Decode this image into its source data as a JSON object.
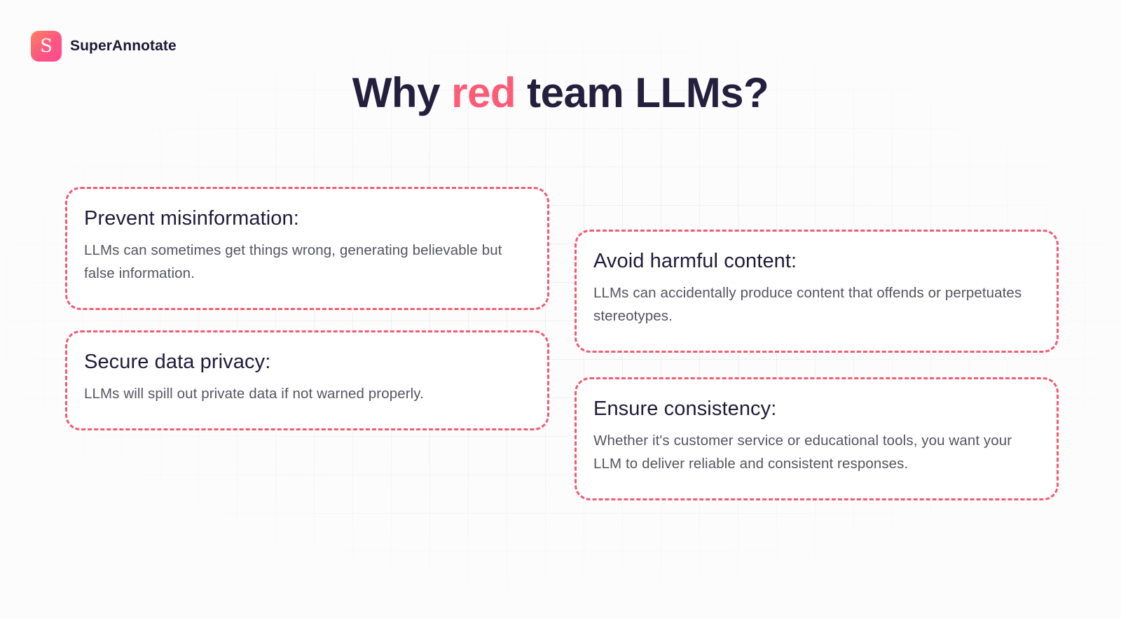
{
  "brand": {
    "name": "SuperAnnotate",
    "logo_letter": "S",
    "logo_icon": "superannotate-logo-icon",
    "accent_color": "#fc5c76"
  },
  "title": {
    "prefix": "Why ",
    "accent": "red",
    "suffix": " team LLMs?"
  },
  "cards": [
    {
      "heading": "Prevent misinformation:",
      "body": "LLMs can sometimes get things wrong, generating believable but false information."
    },
    {
      "heading": "Secure data privacy:",
      "body": "LLMs will spill out private data if not warned properly."
    },
    {
      "heading": "Avoid harmful content:",
      "body": "LLMs can accidentally produce content that offends or perpetuates stereotypes."
    },
    {
      "heading": "Ensure consistency:",
      "body": "Whether it's customer service or educational tools, you want your LLM to deliver reliable and consistent responses."
    }
  ],
  "colors": {
    "card_border": "#f25b74",
    "heading_text": "#231f3d",
    "body_text": "#555560"
  }
}
